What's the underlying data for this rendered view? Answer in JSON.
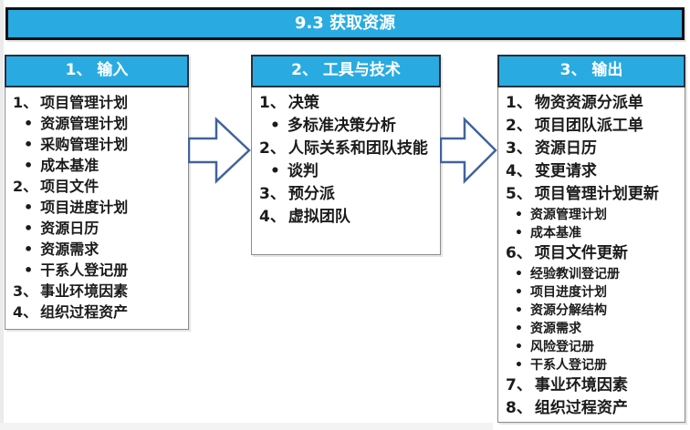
{
  "title": "9.3 获取资源",
  "colors": {
    "accent_cyan": "#29ABE2",
    "title_border": "#111111",
    "header_border": "#24313F",
    "box_border": "#8C8C8C",
    "arrow_blue": "#41639E",
    "text": "#1B1B1B"
  },
  "columns": [
    {
      "header": "1、 输入",
      "items": [
        {
          "marker": "1、",
          "text": "项目管理计划"
        },
        {
          "marker": "•",
          "text": "资源管理计划"
        },
        {
          "marker": "•",
          "text": "采购管理计划"
        },
        {
          "marker": "•",
          "text": "成本基准"
        },
        {
          "marker": "2、",
          "text": "项目文件"
        },
        {
          "marker": "•",
          "text": "项目进度计划"
        },
        {
          "marker": "•",
          "text": "资源日历"
        },
        {
          "marker": "•",
          "text": "资源需求"
        },
        {
          "marker": "•",
          "text": "干系人登记册"
        },
        {
          "marker": "3、",
          "text": "事业环境因素"
        },
        {
          "marker": "4、",
          "text": "组织过程资产"
        }
      ]
    },
    {
      "header": "2、 工具与技术",
      "items": [
        {
          "marker": "1、",
          "text": "决策"
        },
        {
          "marker": "•",
          "text": "多标准决策分析"
        },
        {
          "marker": "2、",
          "text": "人际关系和团队技能"
        },
        {
          "marker": "•",
          "text": "谈判"
        },
        {
          "marker": "3、",
          "text": "预分派"
        },
        {
          "marker": "4、",
          "text": "虚拟团队"
        }
      ]
    },
    {
      "header": "3、 输出",
      "items": [
        {
          "marker": "1、",
          "text": "物资资源分派单"
        },
        {
          "marker": "2、",
          "text": "项目团队派工单"
        },
        {
          "marker": "3、",
          "text": "资源日历"
        },
        {
          "marker": "4、",
          "text": "变更请求"
        },
        {
          "marker": "5、",
          "text": "项目管理计划更新"
        },
        {
          "marker": "•",
          "text": "资源管理计划"
        },
        {
          "marker": "•",
          "text": "成本基准"
        },
        {
          "marker": "6、",
          "text": "项目文件更新"
        },
        {
          "marker": "•",
          "text": "经验教训登记册"
        },
        {
          "marker": "•",
          "text": "项目进度计划"
        },
        {
          "marker": "•",
          "text": "资源分解结构"
        },
        {
          "marker": "•",
          "text": "资源需求"
        },
        {
          "marker": "•",
          "text": "风险登记册"
        },
        {
          "marker": "•",
          "text": "干系人登记册"
        },
        {
          "marker": "7、",
          "text": "事业环境因素"
        },
        {
          "marker": "8、",
          "text": "组织过程资产"
        }
      ]
    }
  ]
}
